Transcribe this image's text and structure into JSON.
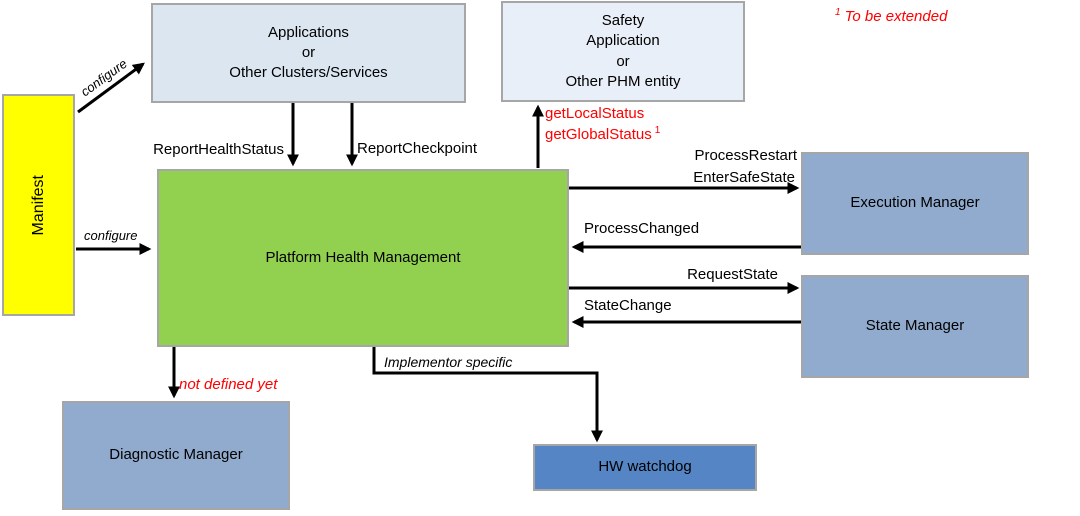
{
  "colors": {
    "phm_green": "#92d050",
    "manifest_yellow": "#ffff00",
    "manager_blue": "#91abce",
    "watchdog_blue": "#5585c4",
    "apps_fill": "#dce6f1",
    "safety_fill": "#e9eff8",
    "border_gray": "#a6a6a6",
    "annotation_red": "#ff0000",
    "arrow_black": "#000000"
  },
  "boxes": {
    "manifest": {
      "label": "Manifest"
    },
    "applications": {
      "lines": [
        "Applications",
        "or",
        "Other Clusters/Services"
      ]
    },
    "safety": {
      "lines": [
        "Safety",
        "Application",
        "or",
        "Other PHM entity"
      ]
    },
    "phm": {
      "label": "Platform Health Management"
    },
    "execution_manager": {
      "label": "Execution Manager"
    },
    "state_manager": {
      "label": "State Manager"
    },
    "diagnostic_manager": {
      "label": "Diagnostic Manager"
    },
    "hw_watchdog": {
      "label": "HW watchdog"
    }
  },
  "edge_labels": {
    "configure_to_applications": "configure",
    "configure_to_phm": "configure",
    "report_health_status": "ReportHealthStatus",
    "report_checkpoint": "ReportCheckpoint",
    "get_local_status": "getLocalStatus",
    "get_global_status": {
      "text": "getGlobalStatus",
      "sup": "1"
    },
    "process_restart": "ProcessRestart",
    "enter_safe_state": "EnterSafeState",
    "process_changed": "ProcessChanged",
    "request_state": "RequestState",
    "state_change": "StateChange",
    "implementor_specific": "Implementor specific",
    "not_defined_yet": "not defined yet"
  },
  "annotations": {
    "footnote": {
      "sup": "1",
      "text": "To be extended"
    }
  }
}
